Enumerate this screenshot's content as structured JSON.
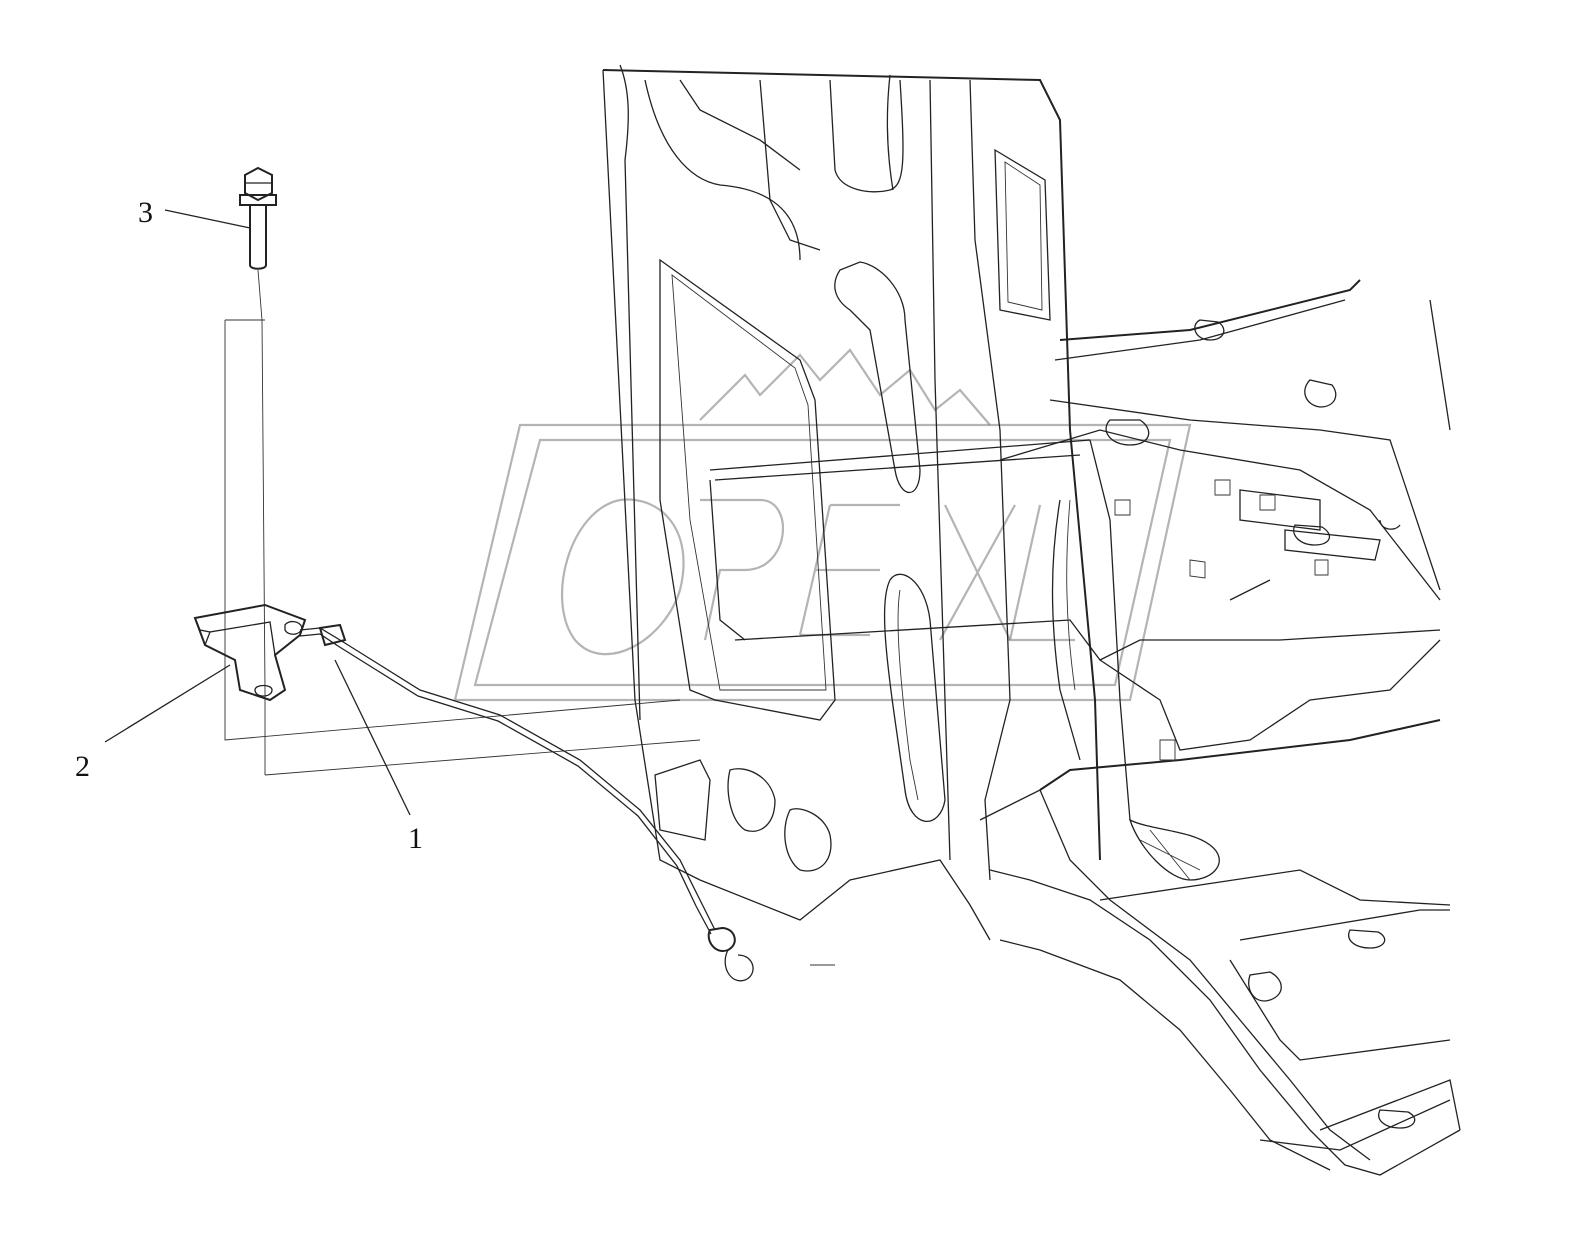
{
  "callouts": [
    {
      "id": "1",
      "text": "1"
    },
    {
      "id": "2",
      "text": "2"
    },
    {
      "id": "3",
      "text": "3"
    }
  ],
  "colors": {
    "line": "#222222",
    "background": "#ffffff",
    "watermark": "#777777"
  }
}
